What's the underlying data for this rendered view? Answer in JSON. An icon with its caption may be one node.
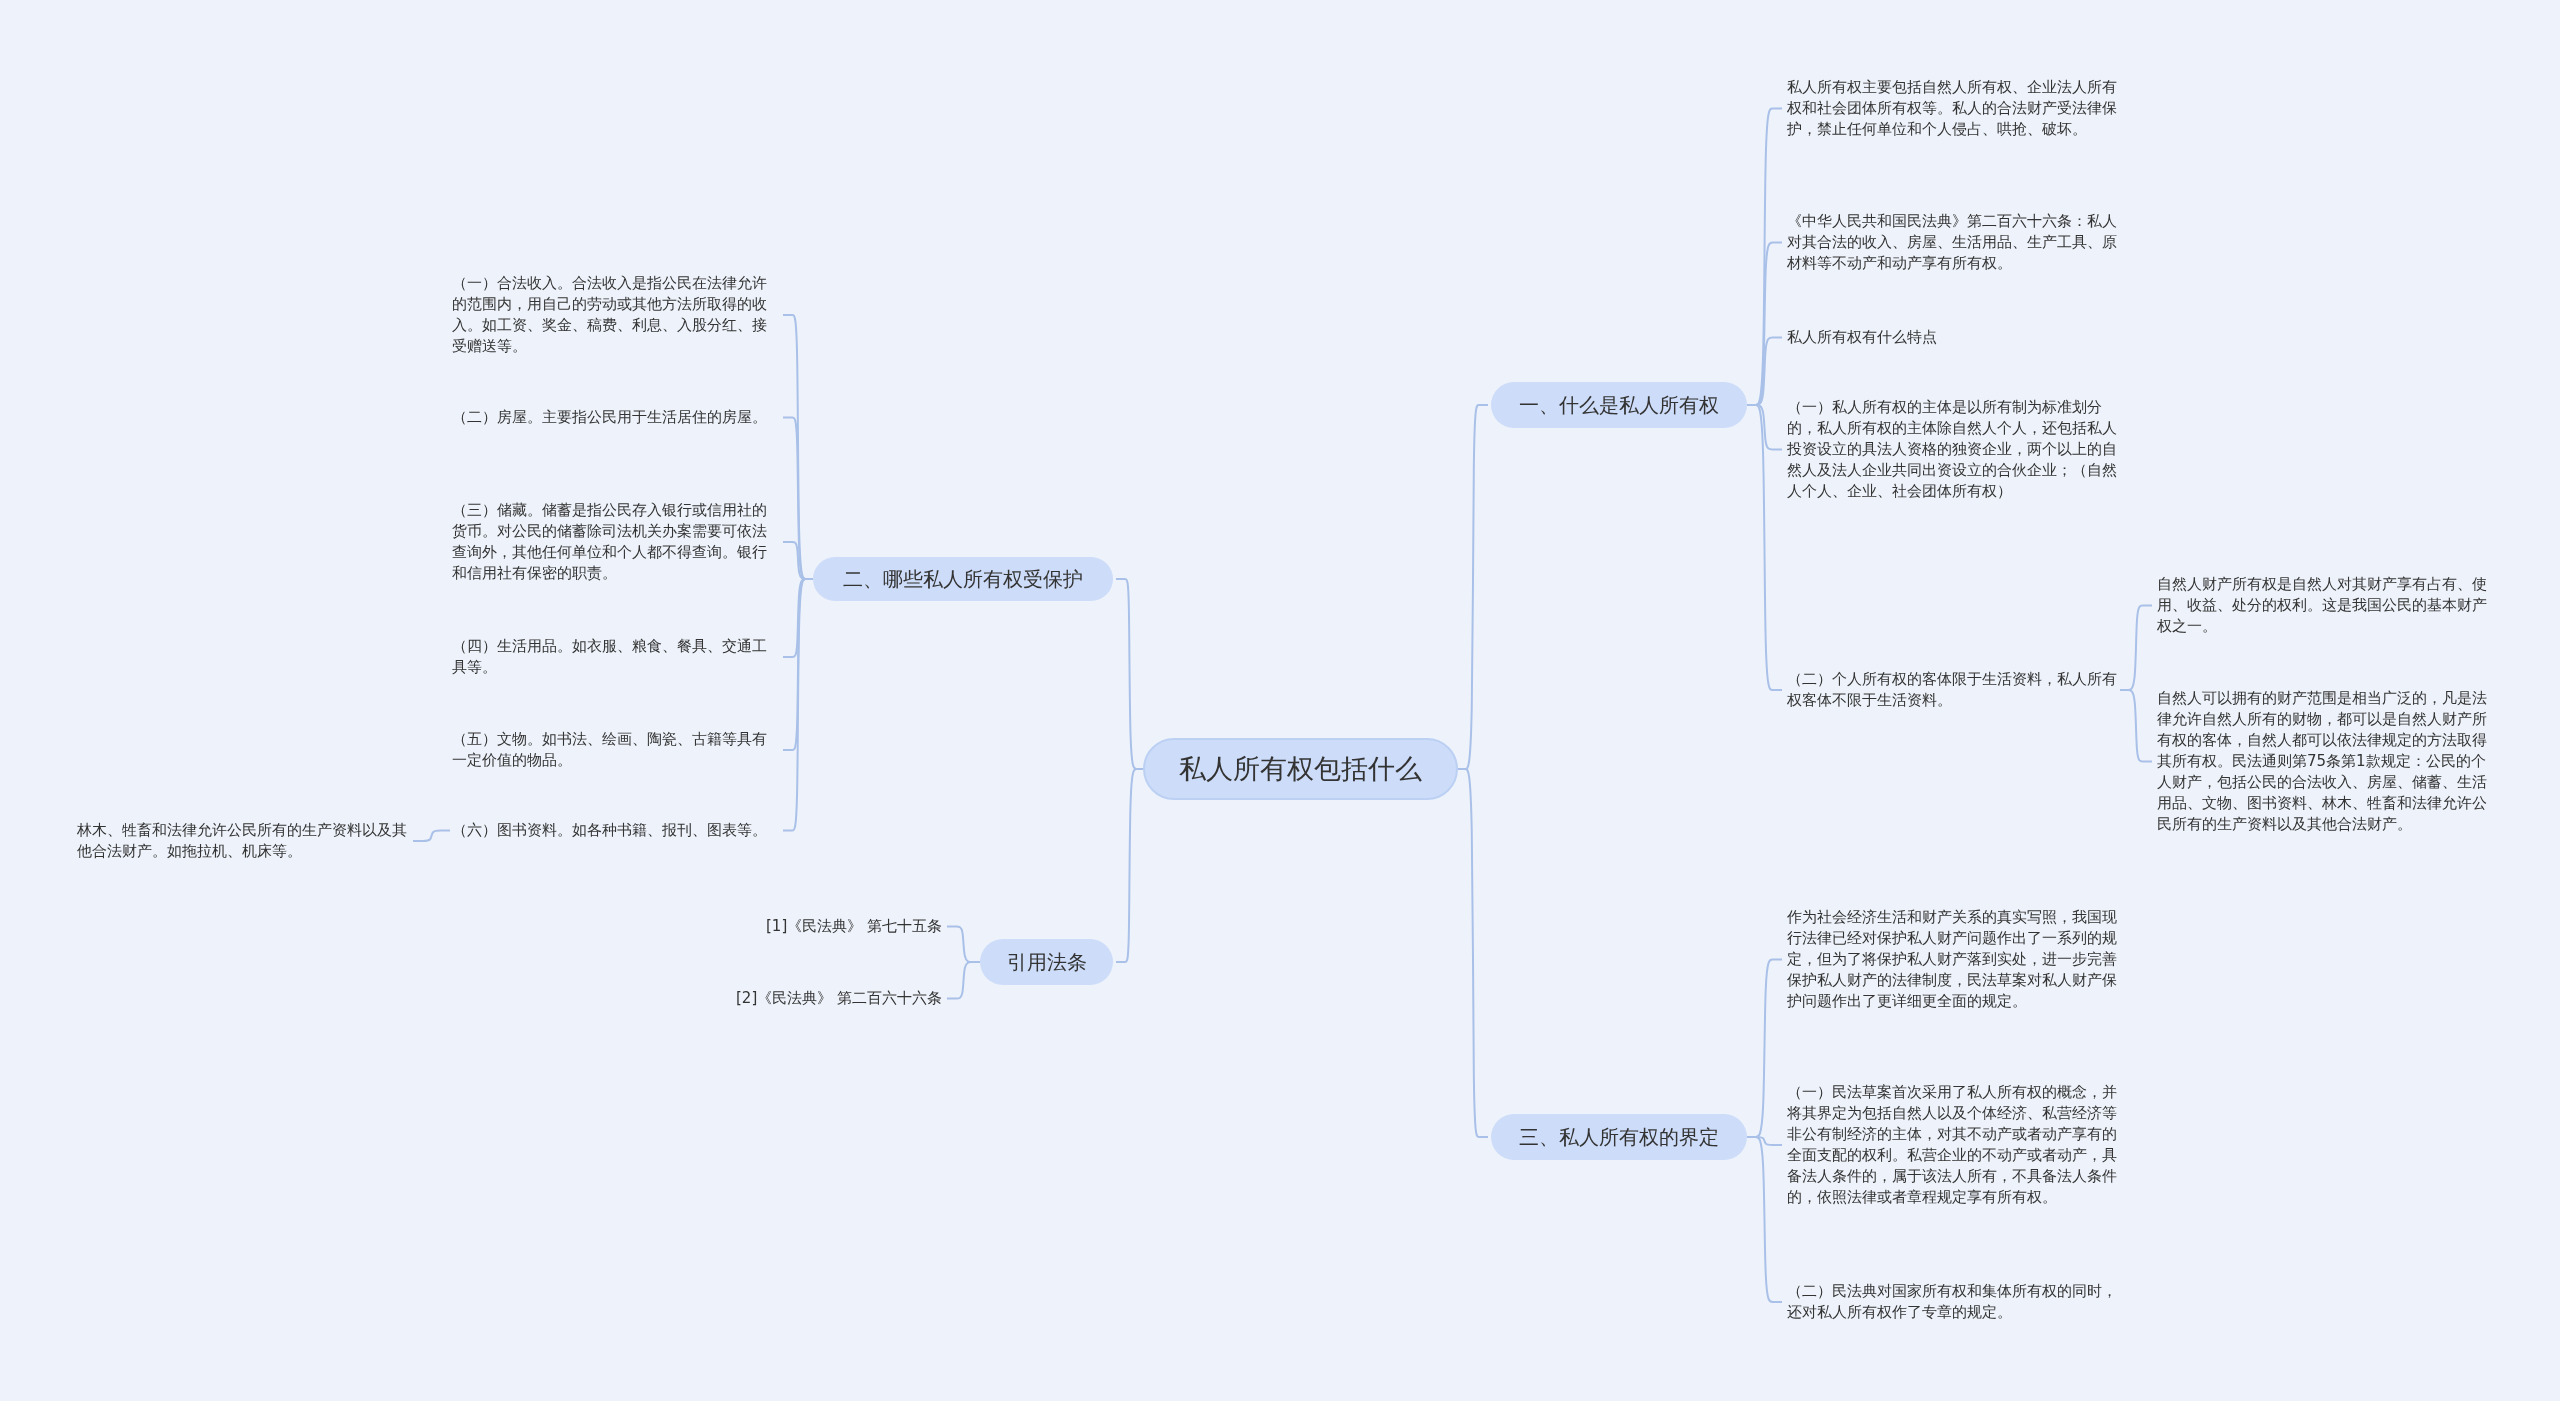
{
  "diagram": {
    "nodes": [
      {
        "text": [
          "私人所有权包括什么"
        ]
      },
      {
        "text": [
          "一、什么是私人所有权"
        ]
      },
      {
        "text": [
          "私人所有权主要包括自然人所有权、企业法人所有权和社会团体所有权等。私人的合法财产受法律保护，禁止任何单位和个人侵占、哄抢、破坏。"
        ]
      },
      {
        "text": [
          "《中华人民共和国民法典》第二百六十六条：私人对其合法的收入、房屋、生活用品、生产工具、原材料等不动产和动产享有所有权。"
        ]
      },
      {
        "text": [
          "私人所有权有什么特点"
        ]
      },
      {
        "text": [
          "（一）私人所有权的主体是以所有制为标准划分的，私人所有权的主体除自然人个人，还包括私人投资设立的具法人资格的独资企业，两个以上的自然人及法人企业共同出资设立的合伙企业；（自然人个人、企业、社会团体所有权）"
        ]
      },
      {
        "text": [
          "（二）个人所有权的客体限于生活资料，私人所有权客体不限于生活资料。"
        ]
      },
      {
        "text": [
          "自然人财产所有权是自然人对其财产享有占有、使用、收益、处分的权利。这是我国公民的基本财产权之一。"
        ]
      },
      {
        "text": [
          "自然人可以拥有的财产范围是相当广泛的，凡是法律允许自然人所有的财物，都可以是自然人财产所有权的客体，自然人都可以依法律规定的方法取得其所有权。民法通则第75条第1款规定：公民的个人财产，包括公民的合法收入、房屋、储蓄、生活用品、文物、图书资料、林木、牲畜和法律允许公民所有的生产资料以及其他合法财产。"
        ]
      },
      {
        "text": [
          "二、哪些私人所有权受保护"
        ]
      },
      {
        "text": [
          "（一）合法收入。合法收入是指公民在法律允许的范围内，用自己的劳动或其他方法所取得的收入。如工资、奖金、稿费、利息、入股分红、接受赠送等。"
        ]
      },
      {
        "text": [
          "（二）房屋。主要指公民用于生活居住的房屋。"
        ]
      },
      {
        "text": [
          "（三）储藏。储蓄是指公民存入银行或信用社的货币。对公民的储蓄除司法机关办案需要可依法查询外，其他任何单位和个人都不得查询。银行和信用社有保密的职责。"
        ]
      },
      {
        "text": [
          "（四）生活用品。如衣服、粮食、餐具、交通工具等。"
        ]
      },
      {
        "text": [
          "（五）文物。如书法、绘画、陶瓷、古籍等具有一定价值的物品。"
        ]
      },
      {
        "text": [
          "（六）图书资料。如各种书籍、报刊、图表等。"
        ]
      },
      {
        "text": [
          "林木、牲畜和法律允许公民所有的生产资料以及其他合法财产。如拖拉机、机床等。"
        ]
      },
      {
        "text": [
          "引用法条"
        ]
      },
      {
        "text": [
          "[1]《民法典》 第七十五条"
        ]
      },
      {
        "text": [
          "[2]《民法典》 第二百六十六条"
        ]
      },
      {
        "text": [
          "三、私人所有权的界定"
        ]
      },
      {
        "text": [
          "作为社会经济生活和财产关系的真实写照，我国现行法律已经对保护私人财产问题作出了一系列的规定，但为了将保护私人财产落到实处，进一步完善保护私人财产的法律制度，民法草案对私人财产保护问题作出了更详细更全面的规定。"
        ]
      },
      {
        "text": [
          "（一）民法草案首次采用了私人所有权的概念，并将其界定为包括自然人以及个体经济、私营经济等非公有制经济的主体，对其不动产或者动产享有的全面支配的权利。私营企业的不动产或者动产，具备法人条件的，属于该法人所有，不具备法人条件的，依照法律或者章程规定享有所有权。"
        ]
      },
      {
        "text": [
          "（二）民法典对国家所有权和集体所有权的同时，还对私人所有权作了专章的规定。"
        ]
      }
    ],
    "edges": [
      {
        "from": 0,
        "to": 1,
        "arrow": "none"
      },
      {
        "from": 1,
        "to": 2,
        "arrow": "none"
      },
      {
        "from": 1,
        "to": 3,
        "arrow": "none"
      },
      {
        "from": 1,
        "to": 4,
        "arrow": "none"
      },
      {
        "from": 1,
        "to": 5,
        "arrow": "none"
      },
      {
        "from": 1,
        "to": 6,
        "arrow": "none"
      },
      {
        "from": 6,
        "to": 7,
        "arrow": "none"
      },
      {
        "from": 6,
        "to": 8,
        "arrow": "none"
      },
      {
        "from": 0,
        "to": 9,
        "arrow": "none"
      },
      {
        "from": 9,
        "to": 10,
        "arrow": "none"
      },
      {
        "from": 9,
        "to": 11,
        "arrow": "none"
      },
      {
        "from": 9,
        "to": 12,
        "arrow": "none"
      },
      {
        "from": 9,
        "to": 13,
        "arrow": "none"
      },
      {
        "from": 9,
        "to": 14,
        "arrow": "none"
      },
      {
        "from": 9,
        "to": 15,
        "arrow": "none"
      },
      {
        "from": 15,
        "to": 16,
        "arrow": "none"
      },
      {
        "from": 0,
        "to": 17,
        "arrow": "none"
      },
      {
        "from": 17,
        "to": 18,
        "arrow": "none"
      },
      {
        "from": 17,
        "to": 19,
        "arrow": "none"
      },
      {
        "from": 0,
        "to": 20,
        "arrow": "none"
      },
      {
        "from": 20,
        "to": 21,
        "arrow": "none"
      },
      {
        "from": 20,
        "to": 22,
        "arrow": "none"
      },
      {
        "from": 20,
        "to": 23,
        "arrow": "none"
      }
    ]
  }
}
